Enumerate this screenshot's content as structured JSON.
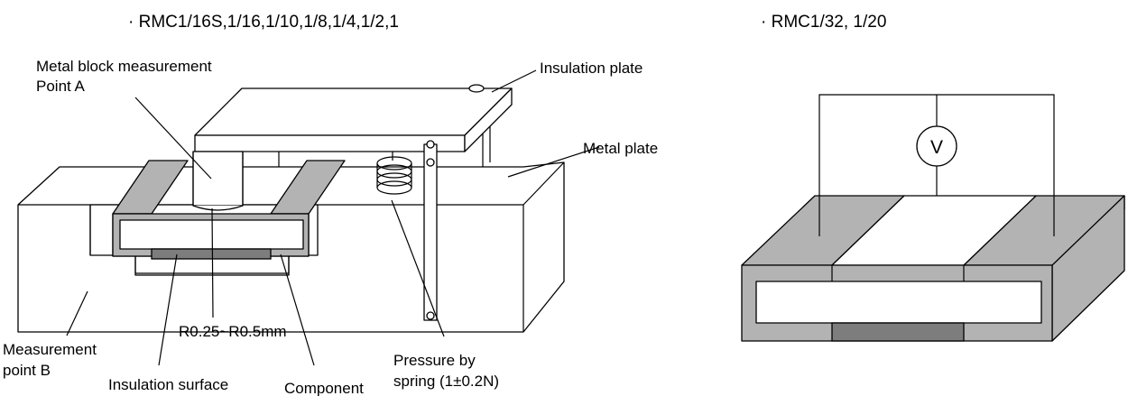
{
  "left_figure": {
    "title": "· RMC1/16S,1/16,1/10,1/8,1/4,1/2,1",
    "labels": {
      "metal_block_line1": "Metal block measurement",
      "metal_block_line2": "Point A",
      "insulation_plate": "Insulation plate",
      "metal_plate": "Metal plate",
      "radius": "R0.25~R0.5mm",
      "measurement_b_line1": "Measurement",
      "measurement_b_line2": "point B",
      "insulation_surface": "Insulation surface",
      "component": "Component",
      "pressure_line1": "Pressure by",
      "pressure_line2": "spring (1±0.2N)"
    }
  },
  "right_figure": {
    "title": "· RMC1/32, 1/20",
    "voltmeter_symbol": "V"
  },
  "colors": {
    "electrode_gray": "#b3b3b3",
    "insulation_dark_gray": "#7d7d7d",
    "line": "#000000",
    "background": "#ffffff"
  }
}
